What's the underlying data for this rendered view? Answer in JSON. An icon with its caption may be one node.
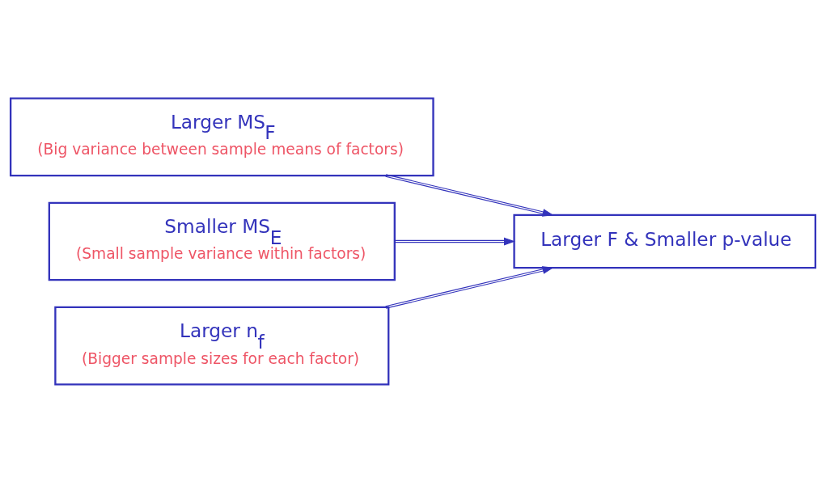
{
  "diagram": {
    "nodes": [
      {
        "text": [
          "Larger MS$_{F}$",
          "(Big variance between sample means of factors)"
        ]
      },
      {
        "text": [
          "Smaller MS$_{E}$",
          "(Small sample variance within factors)"
        ]
      },
      {
        "text": [
          "Larger n$_{f}$",
          "(Bigger sample sizes for each factor)"
        ]
      },
      {
        "text": [
          "Larger F & Smaller p-value"
        ]
      }
    ],
    "edges": [
      {
        "from": 0,
        "to": 3,
        "arrow": "to"
      },
      {
        "from": 1,
        "to": 3,
        "arrow": "to"
      },
      {
        "from": 2,
        "to": 3,
        "arrow": "to"
      }
    ]
  }
}
